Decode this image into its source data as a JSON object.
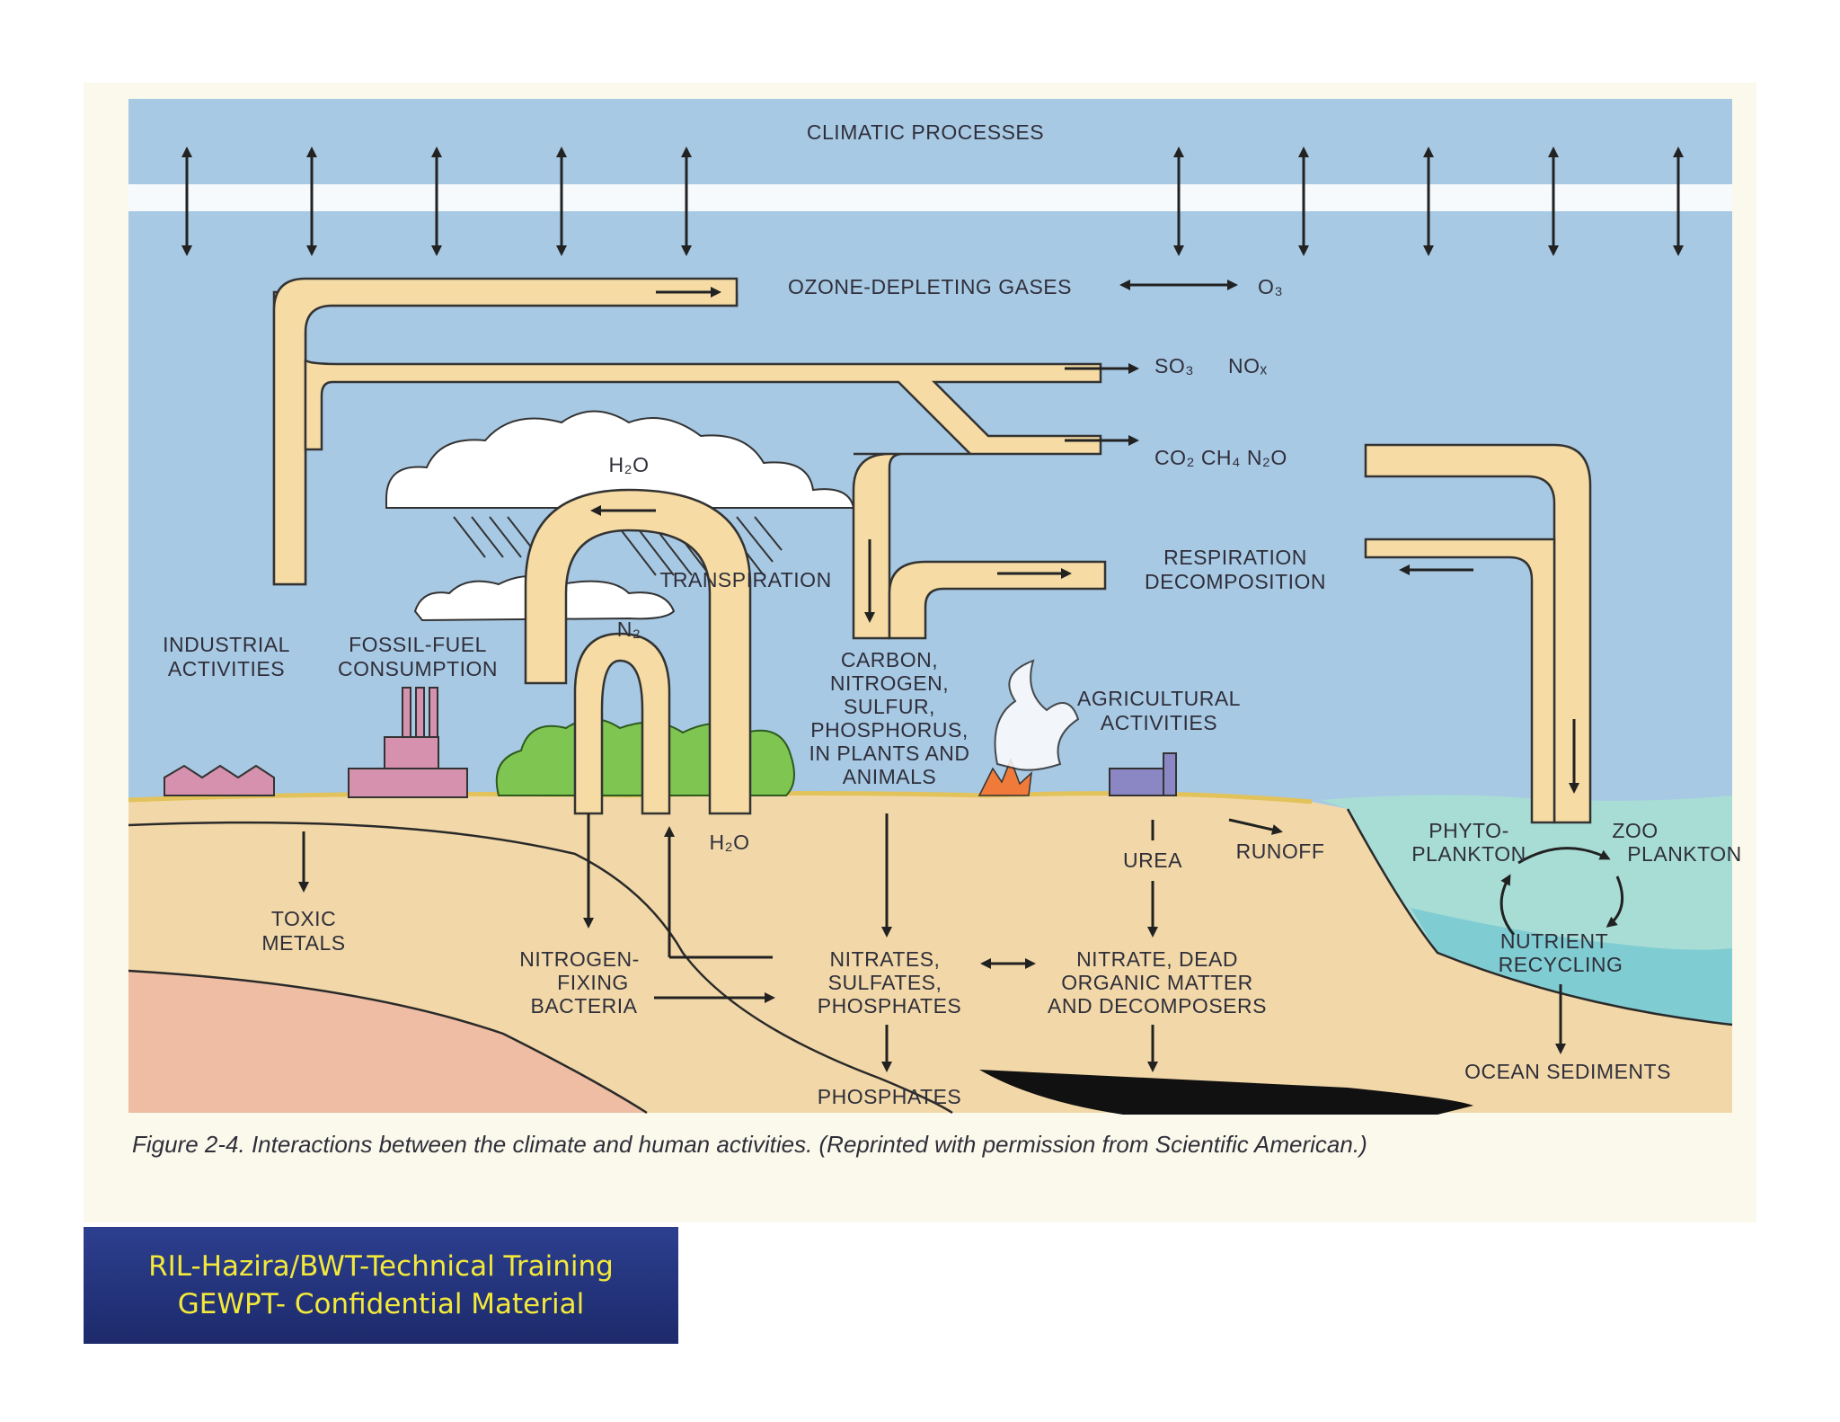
{
  "diagram": {
    "labels": {
      "climatic_processes": "CLIMATIC PROCESSES",
      "ozone_depleting_gases": "OZONE-DEPLETING GASES",
      "o3": "O₃",
      "so3": "SO₃",
      "nox": "NOₓ",
      "co2_ch4_n2o": "CO₂ CH₄ N₂O",
      "h2o_cloud": "H₂O",
      "transpiration": "TRANSPIRATION",
      "n2": "N₂",
      "respiration_line1": "RESPIRATION",
      "respiration_line2": "DECOMPOSITION",
      "industrial_line1": "INDUSTRIAL",
      "industrial_line2": "ACTIVITIES",
      "fossil_line1": "FOSSIL-FUEL",
      "fossil_line2": "CONSUMPTION",
      "cnsp_line1": "CARBON,",
      "cnsp_line2": "NITROGEN,",
      "cnsp_line3": "SULFUR,",
      "cnsp_line4": "PHOSPHORUS,",
      "cnsp_line5": "IN PLANTS AND",
      "cnsp_line6": "ANIMALS",
      "agri_line1": "AGRICULTURAL",
      "agri_line2": "ACTIVITIES",
      "h2o_ground": "H₂O",
      "urea": "UREA",
      "runoff": "RUNOFF",
      "phyto_line1": "PHYTO-",
      "phyto_line2": "PLANKTON",
      "zoo_line1": "ZOO",
      "zoo_line2": "PLANKTON",
      "toxic_line1": "TOXIC",
      "toxic_line2": "METALS",
      "nfix_line1": "NITROGEN-",
      "nfix_line2": "FIXING",
      "nfix_line3": "BACTERIA",
      "nsp_line1": "NITRATES,",
      "nsp_line2": "SULFATES,",
      "nsp_line3": "PHOSPHATES",
      "dead_line1": "NITRATE, DEAD",
      "dead_line2": "ORGANIC MATTER",
      "dead_line3": "AND DECOMPOSERS",
      "nutrient_line1": "NUTRIENT",
      "nutrient_line2": "RECYCLING",
      "ocean_sediments": "OCEAN SEDIMENTS",
      "phosphates_bottom": "PHOSPHATES"
    },
    "caption": "Figure 2-4. Interactions between the climate and human activities. (Reprinted with permission from Scientific American.)",
    "colors": {
      "sky": "#a8c9e4",
      "sky_band": "#ffffff",
      "pipe": "#f6dca4",
      "ground": "#f2d8a8",
      "deep_ground": "#eebda3",
      "ocean": "#a8ddd6",
      "ocean_deep": "#7fcdd2",
      "vegetation": "#7fc552",
      "factory": "#d591ad",
      "panel": "#fbf9ec"
    }
  },
  "footer": {
    "line1": "RIL-Hazira/BWT-Technical Training",
    "line2": "GEWPT- Confidential Material"
  }
}
